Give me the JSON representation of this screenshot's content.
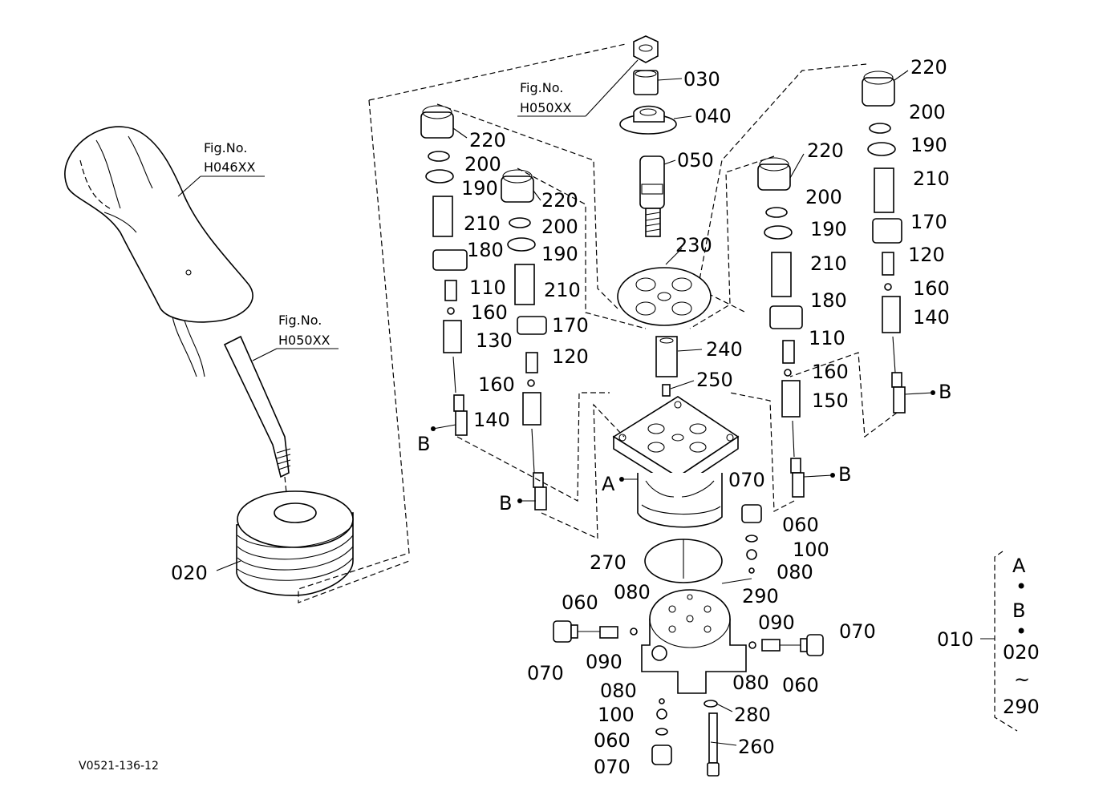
{
  "figure_refs": [
    {
      "prefix": "Fig.No.",
      "number": "H050XX"
    },
    {
      "prefix": "Fig.No.",
      "number": "H046XX"
    },
    {
      "prefix": "Fig.No.",
      "number": "H050XX"
    }
  ],
  "callouts": [
    "030",
    "040",
    "050",
    "220",
    "200",
    "190",
    "210",
    "180",
    "110",
    "160",
    "130",
    "220",
    "200",
    "190",
    "210",
    "170",
    "120",
    "160",
    "140",
    "230",
    "240",
    "250",
    "220",
    "200",
    "190",
    "210",
    "180",
    "110",
    "160",
    "150",
    "220",
    "200",
    "190",
    "210",
    "170",
    "120",
    "160",
    "140",
    "070",
    "060",
    "100",
    "080",
    "270",
    "290",
    "060",
    "080",
    "070",
    "090",
    "090",
    "070",
    "060",
    "080",
    "080",
    "100",
    "060",
    "070",
    "280",
    "260",
    "020"
  ],
  "markers": [
    "B",
    "B",
    "B",
    "B",
    "A"
  ],
  "assembly_legend": {
    "code": "010",
    "lines": [
      "A",
      "•",
      "B",
      "•",
      "020",
      "~",
      "290"
    ]
  },
  "drawing_code": "V0521-136-12"
}
